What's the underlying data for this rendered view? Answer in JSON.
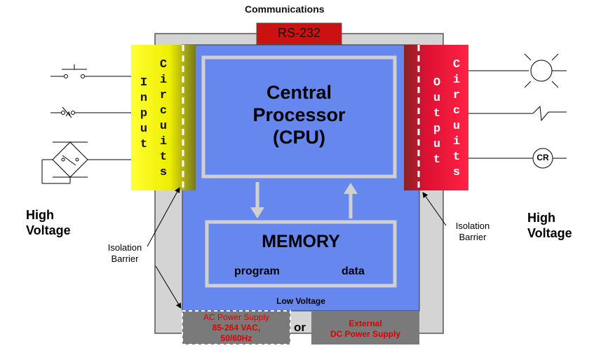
{
  "labels": {
    "communications": "Communications",
    "rs232": "RS-232",
    "cpu_line1": "Central",
    "cpu_line2": "Processor",
    "cpu_line3": "(CPU)",
    "memory": "MEMORY",
    "program": "program",
    "data": "data",
    "low_voltage": "Low Voltage",
    "input": "Input",
    "input_circuits": "Circuits",
    "output": "Output",
    "output_circuits": "Circuits",
    "high_voltage_left_1": "High",
    "high_voltage_left_2": "Voltage",
    "high_voltage_right_1": "High",
    "high_voltage_right_2": "Voltage",
    "isolation_left_1": "Isolation",
    "isolation_left_2": "Barrier",
    "isolation_right_1": "Isolation",
    "isolation_right_2": "Barrier",
    "ac_line1": "AC Power Supply",
    "ac_line2": "85-264 VAC,",
    "ac_line3": "50/60Hz",
    "or": "or",
    "dc_line1": "External",
    "dc_line2": "DC Power Supply",
    "cr": "CR"
  },
  "colors": {
    "blue": "#6688ee",
    "gray": "#d4d4d4",
    "yellow": "#ffff00",
    "red": "#dd1133",
    "rs232_red": "#cc1111",
    "psu_gray": "#7a7a7a",
    "psu_text": "#dd0000"
  }
}
